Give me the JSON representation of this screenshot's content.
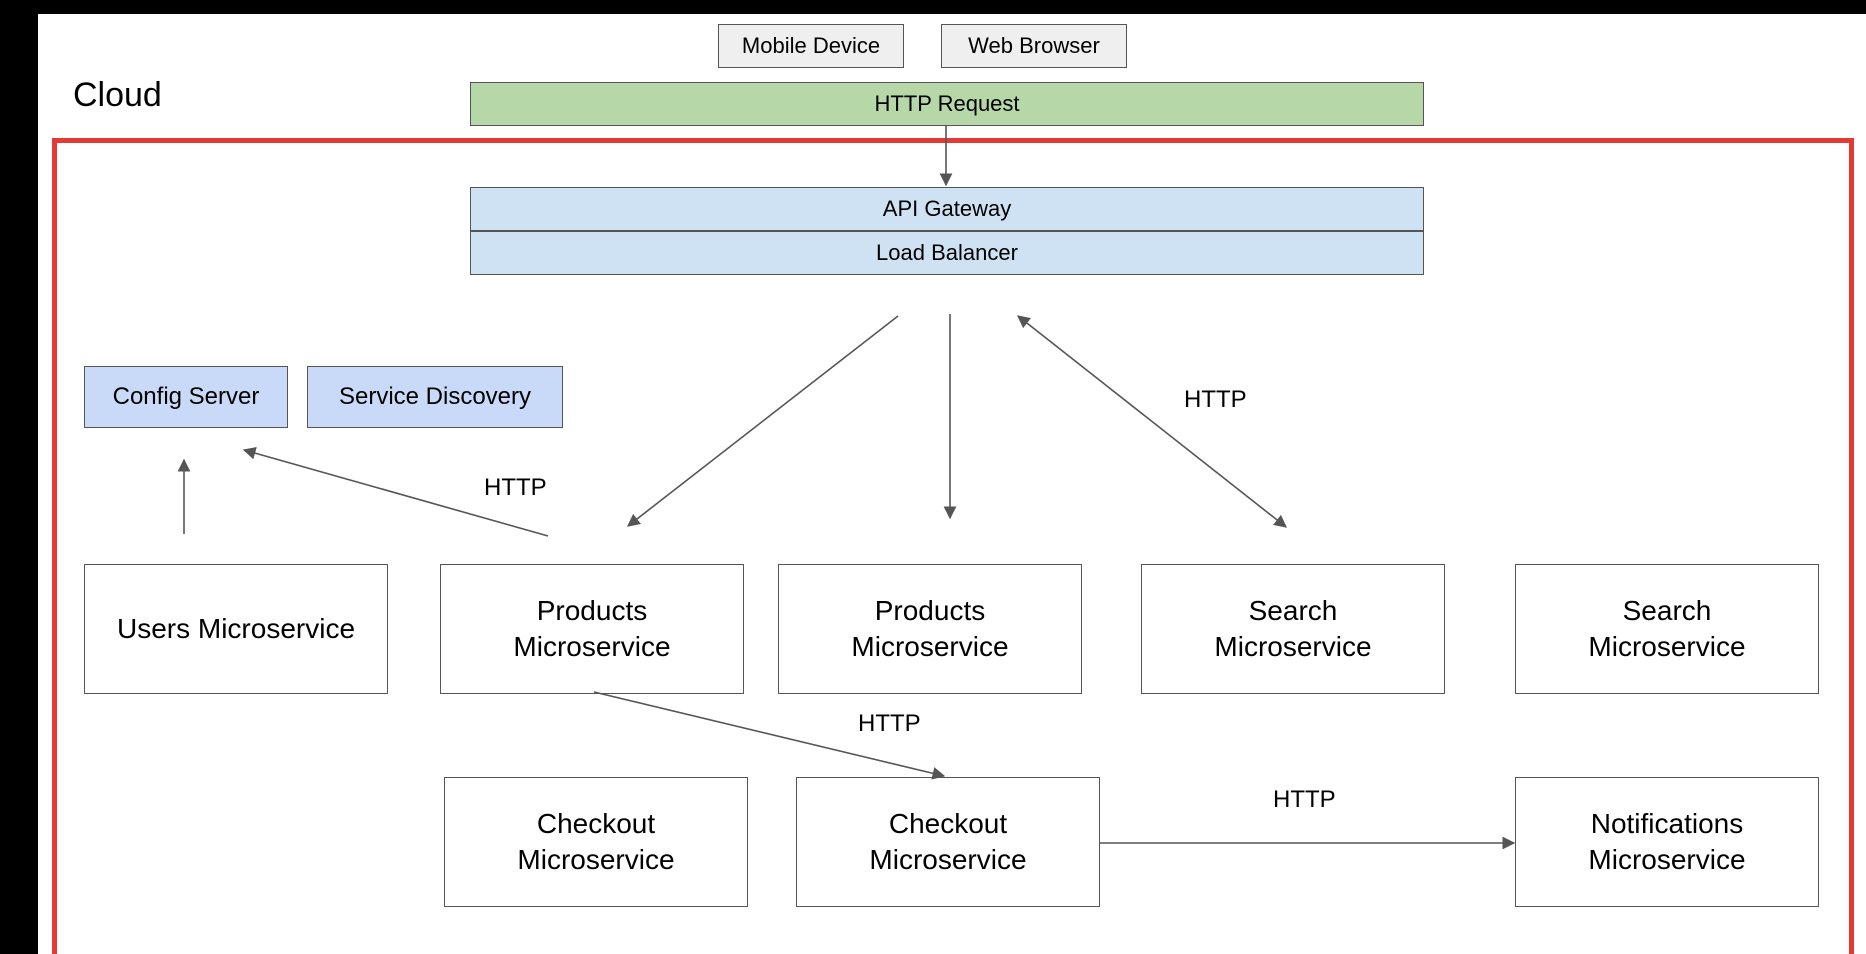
{
  "clients": [
    "Mobile Device",
    "Web Browser"
  ],
  "cloud_label": "Cloud",
  "http_request_label": "HTTP Request",
  "gateway": {
    "api": "API Gateway",
    "lb": "Load Balancer"
  },
  "infra": {
    "config": "Config Server",
    "discovery": "Service Discovery"
  },
  "services": {
    "users": "Users Microservice",
    "products_1": "Products\nMicroservice",
    "products_2": "Products\nMicroservice",
    "search_1": "Search\nMicroservice",
    "search_2": "Search\nMicroservice",
    "checkout_1": "Checkout\nMicroservice",
    "checkout_2": "Checkout\nMicroservice",
    "notifications": "Notifications\nMicroservice"
  },
  "edge_labels": {
    "search_http": "HTTP",
    "config_http": "HTTP",
    "checkout_http": "HTTP",
    "notify_http": "HTTP"
  },
  "colors": {
    "cloud_border": "#e53935",
    "http_bar": "#b6d7a8",
    "gateway": "#cfe2f3",
    "infra": "#c9daf8",
    "client": "#efefef"
  }
}
